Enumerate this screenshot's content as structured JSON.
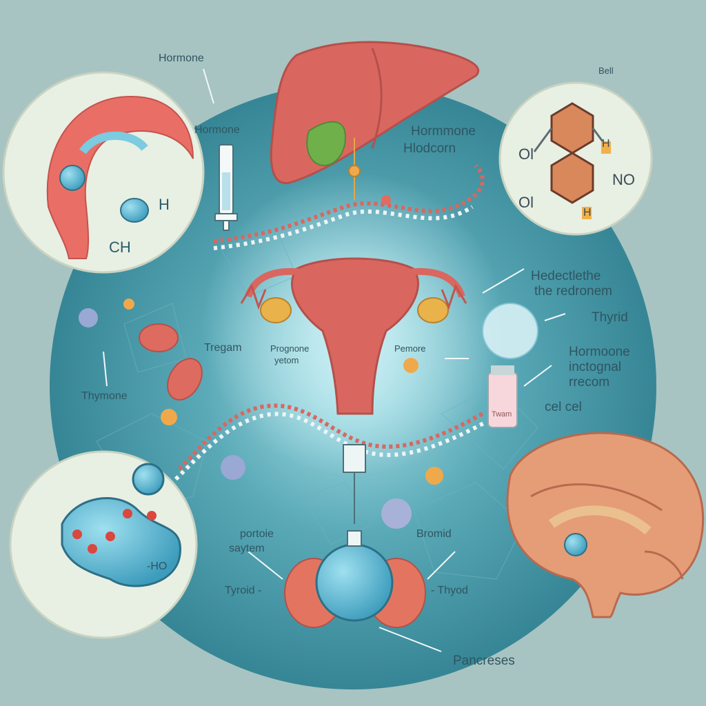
{
  "labels": {
    "hormone_top": "Hormone",
    "hormone_syringe": "Hormone",
    "hormone_liver_1": "Hormmone",
    "hormone_liver_2": "Hlodcorn",
    "bell": "Bell",
    "ch": "CH",
    "h_left": "H",
    "hedect_1": "Hedectlethe",
    "hedect_2": "the redronem",
    "thyrid": "Thyrid",
    "tregam": "Tregam",
    "prognone_1": "Prognone",
    "prognone_2": "yetom",
    "pemore": "Pemore",
    "hormone_right_1": "Hormoone",
    "hormone_right_2": "inctognal",
    "hormone_right_3": "rrecom",
    "cel": "cel cel",
    "thymone": "Thymone",
    "vial": "Twam",
    "portoie_1": "portoie",
    "portoie_2": "saytem",
    "bromid": "Bromid",
    "tyroid": "Tyroid -",
    "thyod": "- Thyod",
    "pancreses": "Pancreses",
    "ho": "-HO",
    "chem_ol_top": "Ol",
    "chem_ol_bottom": "Ol",
    "chem_h_right": "H",
    "chem_no": "NO",
    "chem_h_bottom": "H"
  },
  "colors": {
    "background": "#a7c4c2",
    "disc": "#3f8e9e",
    "organ_red": "#d9675f",
    "brain_orange": "#e59d77",
    "molecule_blue": "#5bb7d2"
  }
}
